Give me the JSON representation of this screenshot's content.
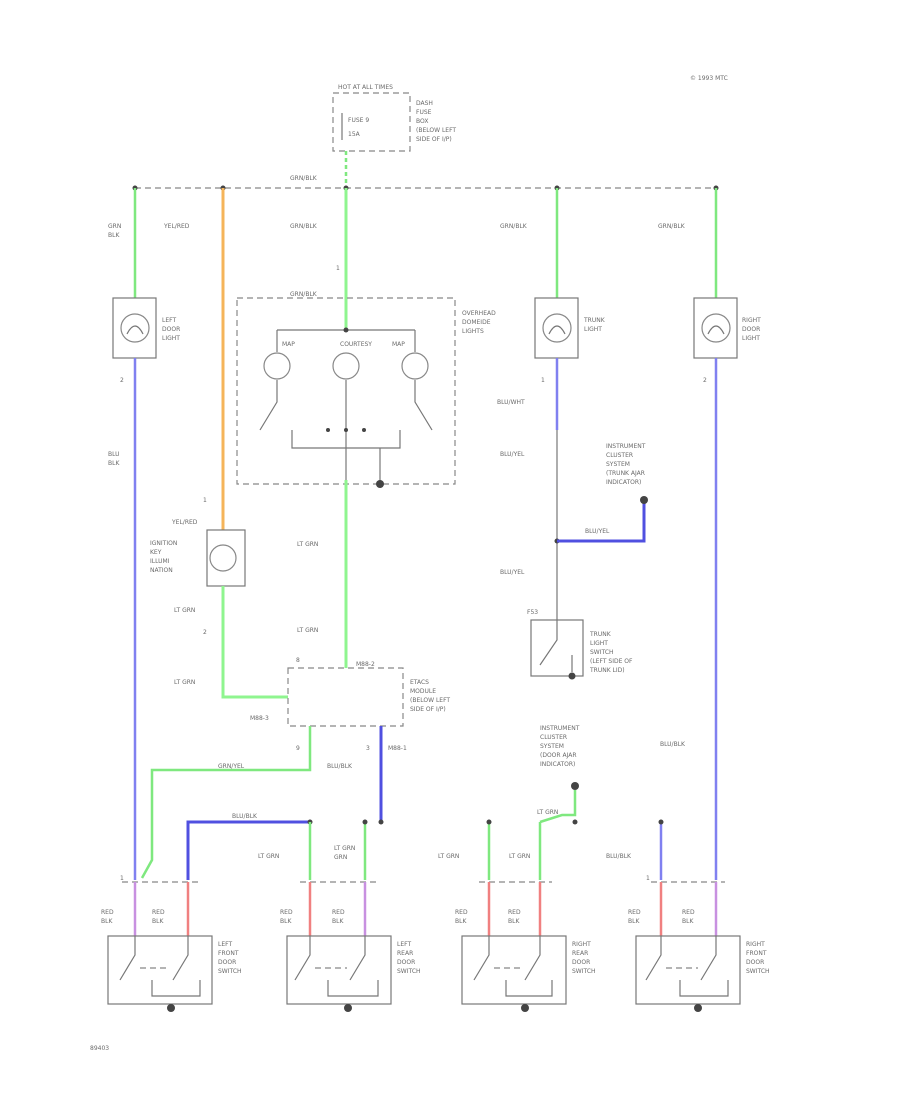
{
  "copyright": "© 1993 MTC",
  "page_id": "89403",
  "fuse_box": {
    "top_label": "HOT AT ALL TIMES",
    "fuse_name": "FUSE 9",
    "fuse_rating": "15A",
    "side_label": [
      "DASH",
      "FUSE",
      "BOX",
      "(BELOW LEFT",
      "SIDE OF I/P)"
    ]
  },
  "bus_label": "GRN/BLK",
  "wire_labels": {
    "left_door_top": [
      "GRN",
      "BLK"
    ],
    "yel_red_top": "YEL/RED",
    "grn_blk_mid": "GRN/BLK",
    "trunk_top": "GRN/BLK",
    "right_door_top": "GRN/BLK",
    "overhead_in": "GRN/BLK",
    "blu_blk_left": [
      "BLU",
      "BLK"
    ],
    "blu_wht": "BLU/WHT",
    "blu_yel_1": "BLU/YEL",
    "blu_yel_2": "BLU/YEL",
    "blu_yel_3": "BLU/YEL",
    "yel_red_mid": "YEL/RED",
    "lt_grn_1": "LT GRN",
    "lt_grn_2": "LT GRN",
    "lt_grn_3": "LT GRN",
    "lt_grn_4": "LT GRN",
    "etacs_c1": "M88-2",
    "etacs_c2": "M88-3",
    "etacs_c3": "M88-1",
    "grn_yel": "GRN/YEL",
    "blu_blk_etacs": "BLU/BLK",
    "blu_blk_switch": "BLU/BLK",
    "blu_blk_right": "BLU/BLK",
    "blu_blk_far": "BLU/BLK",
    "lt_grn_bottom": [
      "LT GRN",
      "LT GRN",
      "LT GRN",
      "LT GRN",
      "LT GRN"
    ],
    "lt_grn_bottom2": "GRN",
    "lt_grn_trunk": "LT GRN"
  },
  "components": {
    "left_door_light": [
      "LEFT",
      "DOOR",
      "LIGHT"
    ],
    "right_door_light": [
      "RIGHT",
      "DOOR",
      "LIGHT"
    ],
    "trunk_light": [
      "TRUNK",
      "LIGHT"
    ],
    "overhead_lights": [
      "OVERHEAD",
      "DOMEIDE",
      "LIGHTS"
    ],
    "overhead_inner": [
      "MAP",
      "COURTESY",
      "MAP"
    ],
    "ignition_key_light": [
      "IGNITION",
      "KEY",
      "ILLUMI",
      "NATION"
    ],
    "instrument_cluster_1": [
      "INSTRUMENT",
      "CLUSTER",
      "SYSTEM",
      "(TRUNK AJAR",
      "INDICATOR)"
    ],
    "instrument_cluster_2": [
      "INSTRUMENT",
      "CLUSTER",
      "SYSTEM",
      "(DOOR AJAR",
      "INDICATOR)"
    ],
    "trunk_switch": [
      "TRUNK",
      "LIGHT",
      "SWITCH",
      "(LEFT SIDE OF",
      "TRUNK LID)"
    ],
    "trunk_switch_conn": "F53",
    "etacs": [
      "ETACS",
      "MODULE",
      "(BELOW LEFT",
      "SIDE OF I/P)"
    ],
    "switches": [
      {
        "name": [
          "LEFT",
          "FRONT",
          "DOOR",
          "SWITCH"
        ],
        "wires": [
          [
            "RED",
            "BLK"
          ],
          [
            "RED",
            "BLK"
          ]
        ]
      },
      {
        "name": [
          "LEFT",
          "REAR",
          "DOOR",
          "SWITCH"
        ],
        "wires": [
          [
            "RED",
            "BLK"
          ],
          [
            "RED",
            "BLK"
          ]
        ]
      },
      {
        "name": [
          "RIGHT",
          "REAR",
          "DOOR",
          "SWITCH"
        ],
        "wires": [
          [
            "RED",
            "BLK"
          ],
          [
            "RED",
            "BLK"
          ]
        ]
      },
      {
        "name": [
          "RIGHT",
          "FRONT",
          "DOOR",
          "SWITCH"
        ],
        "wires": [
          [
            "RED",
            "BLK"
          ],
          [
            "RED",
            "BLK"
          ]
        ]
      }
    ]
  },
  "pins": {
    "p1": "1",
    "p2": "2",
    "p3": "1",
    "p4": "1",
    "p5": "2",
    "p6": "1",
    "p7": "1",
    "p8": "2",
    "p9": "8",
    "p10": "9",
    "p11": "3"
  }
}
